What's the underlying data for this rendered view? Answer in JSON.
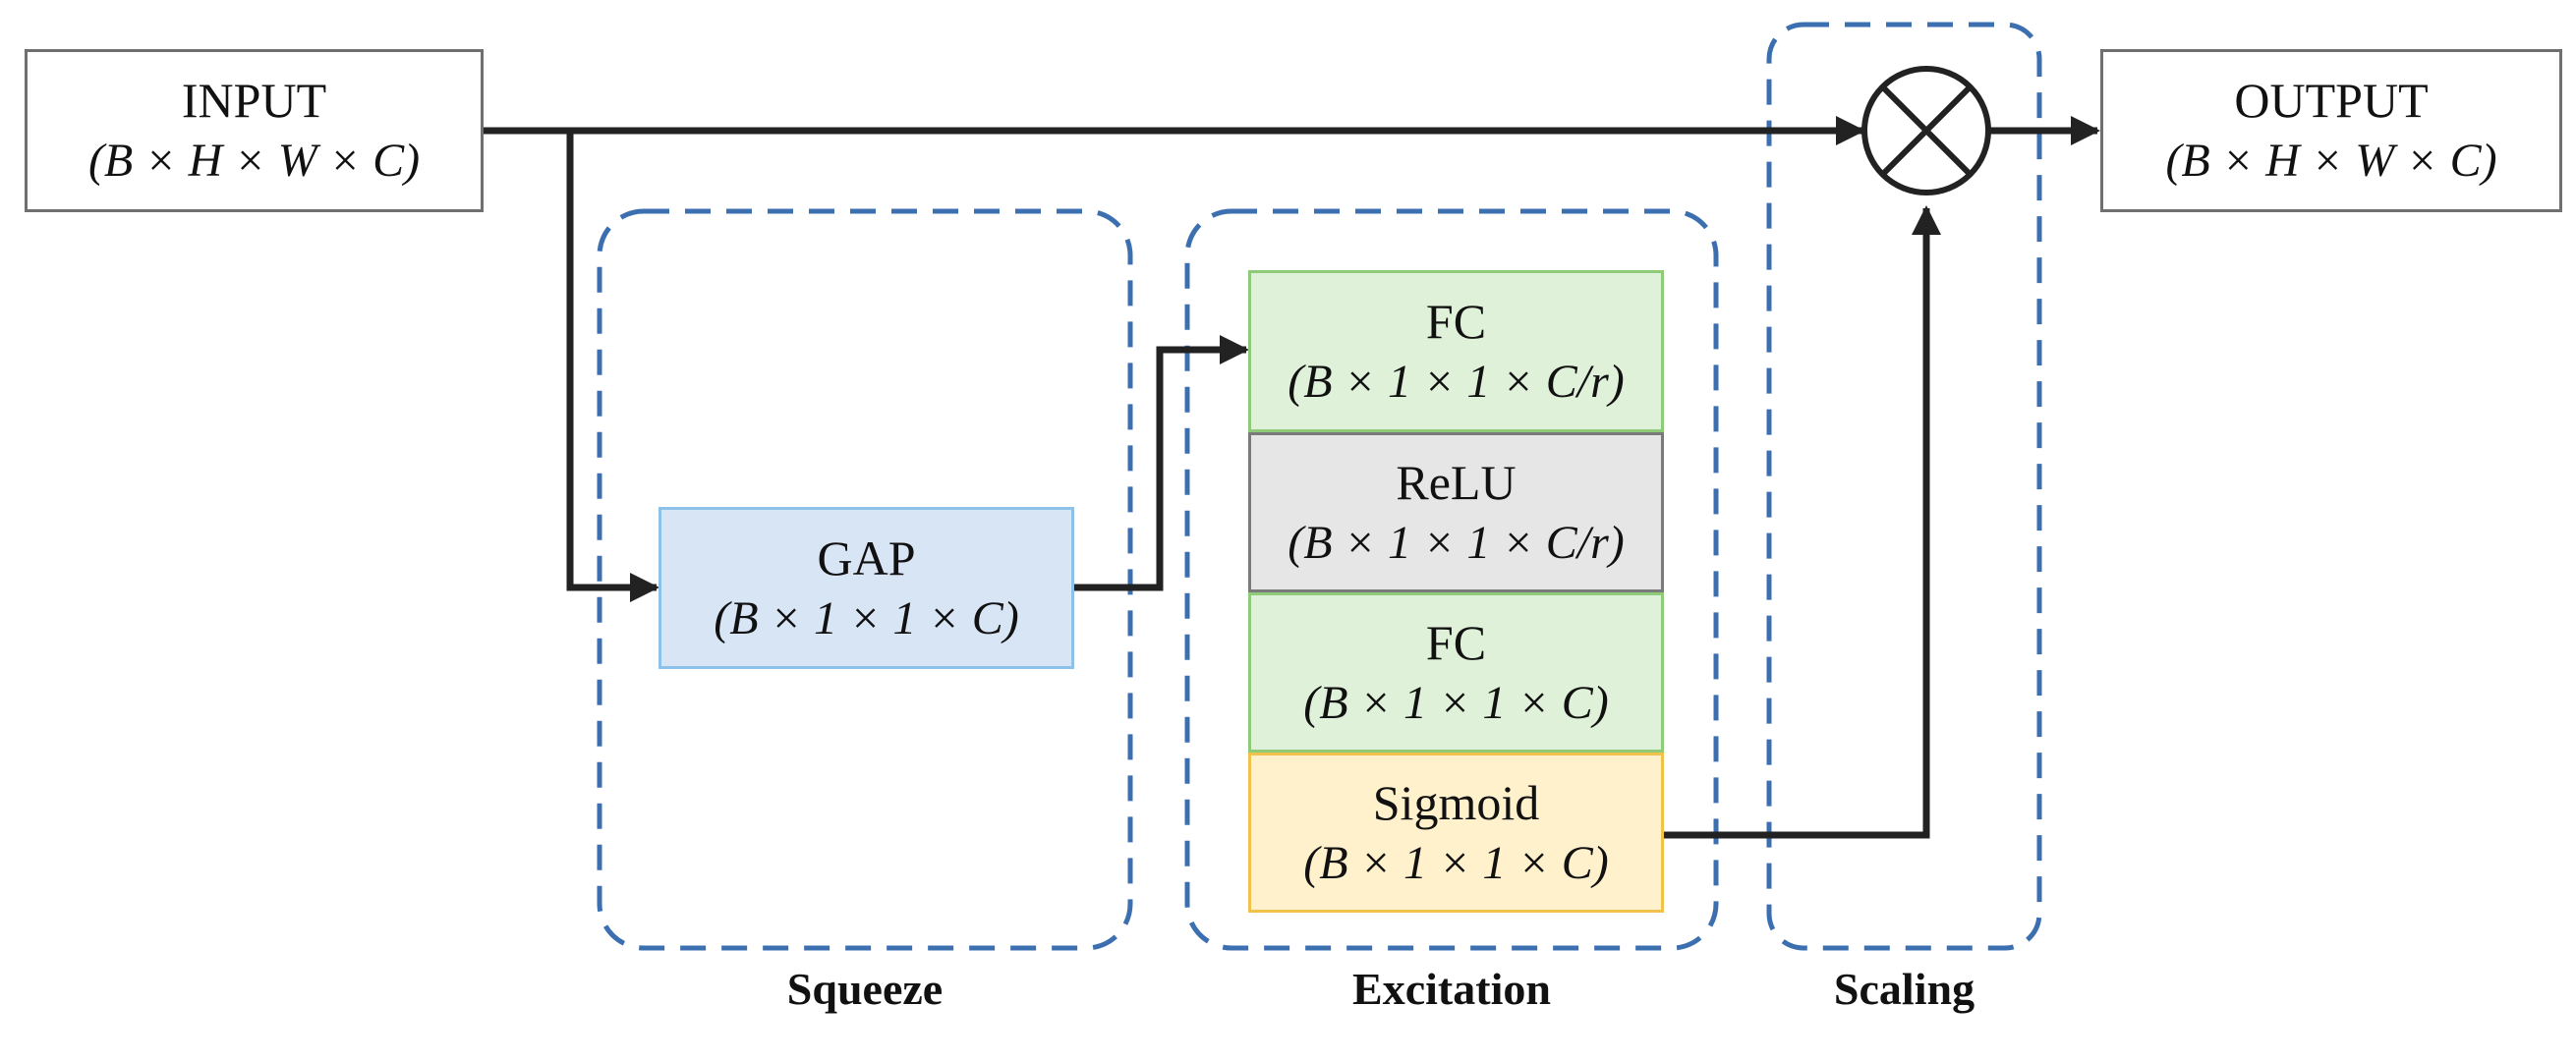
{
  "input": {
    "title": "INPUT",
    "dims": "(B × H × W × C)"
  },
  "output": {
    "title": "OUTPUT",
    "dims": "(B × H × W × C)"
  },
  "gap": {
    "title": "GAP",
    "dims": "(B × 1 × 1 × C)"
  },
  "fc1": {
    "title": "FC",
    "dims": "(B × 1 × 1 × C/r)"
  },
  "relu": {
    "title": "ReLU",
    "dims": "(B × 1 × 1 × C/r)"
  },
  "fc2": {
    "title": "FC",
    "dims": "(B × 1 × 1 × C)"
  },
  "sigmoid": {
    "title": "Sigmoid",
    "dims": "(B × 1 × 1 × C)"
  },
  "groups": {
    "squeeze": "Squeeze",
    "excitation": "Excitation",
    "scaling": "Scaling"
  },
  "colors": {
    "line": "#222222",
    "dashed_group": "#3c6fb0",
    "gap_fill": "#d7e5f5",
    "fc_fill": "#dff1d8",
    "relu_fill": "#e6e6e6",
    "sigmoid_fill": "#fff1cc"
  }
}
